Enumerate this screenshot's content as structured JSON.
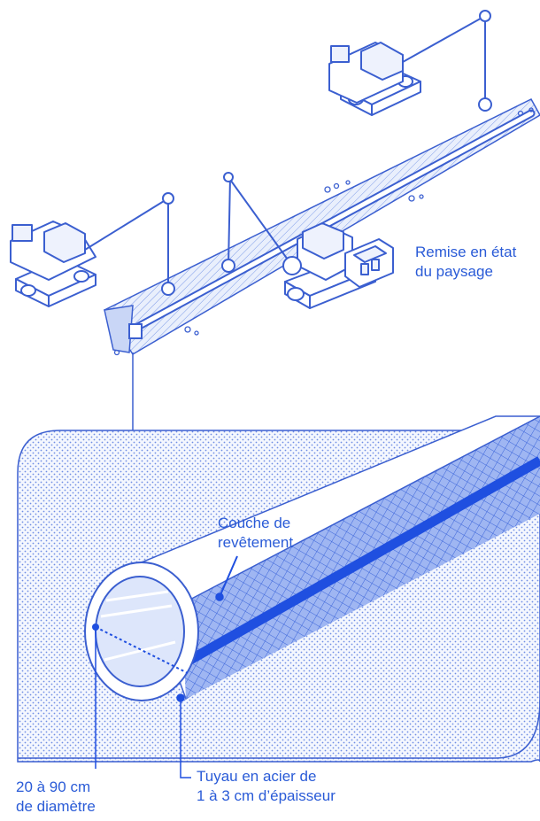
{
  "labels": {
    "landscape": [
      "Remise en état",
      "du paysage"
    ],
    "coating": [
      "Couche de",
      "revêtement"
    ],
    "diameter": [
      "20 à 90 cm",
      "de diamètre"
    ],
    "pipe": [
      "Tuyau en acier de",
      "1 à 3 cm d’épaisseur"
    ]
  },
  "colors": {
    "accent": "#2a5bd7",
    "deep": "#1f4fe0",
    "light": "#dfe7fb",
    "stroke": "#3b5fd0"
  },
  "icons": [
    "excavator-icon",
    "pipelayer-icon",
    "trench",
    "pipe-cross-section"
  ]
}
